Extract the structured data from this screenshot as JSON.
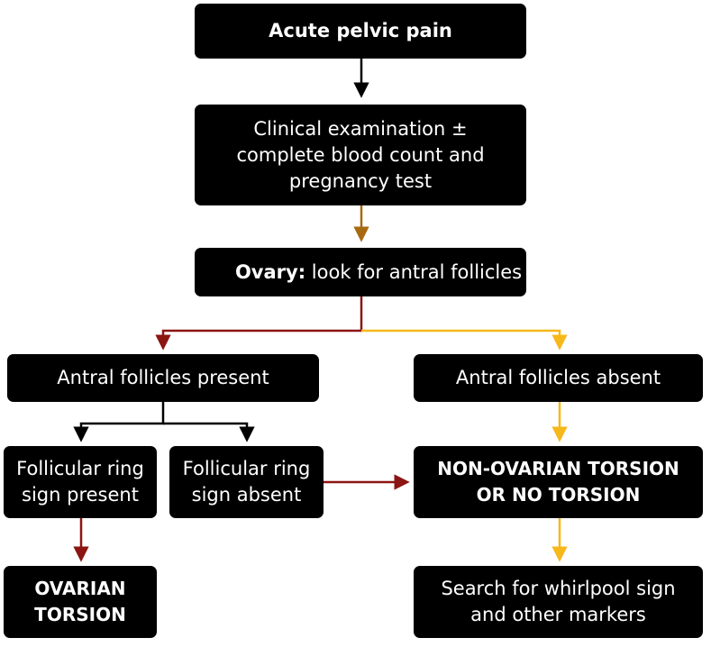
{
  "colors": {
    "box_fill": "#000000",
    "box_text": "#ffffff",
    "arrow_black": "#000000",
    "arrow_brown": "#a86a10",
    "arrow_darkred": "#8b1512",
    "arrow_yellow": "#f6b81a"
  },
  "nodes": {
    "acute": {
      "text": "Acute pelvic pain"
    },
    "clinical": {
      "line1": "Clinical examination ±",
      "line2": "complete blood count and",
      "line3": "pregnancy test"
    },
    "ovary": {
      "bold": "Ovary:",
      "rest": " look for antral follicles"
    },
    "present": {
      "text": "Antral follicles present"
    },
    "absent": {
      "text": "Antral follicles absent"
    },
    "ring_present": {
      "line1": "Follicular ring",
      "line2": "sign present"
    },
    "ring_absent": {
      "line1": "Follicular ring",
      "line2": "sign absent"
    },
    "non_ovarian": {
      "line1": "NON-OVARIAN TORSION",
      "line2": "OR NO TORSION"
    },
    "ovarian_torsion": {
      "line1": "OVARIAN",
      "line2": "TORSION"
    },
    "search": {
      "line1": "Search for whirlpool sign",
      "line2": "and other markers"
    }
  }
}
